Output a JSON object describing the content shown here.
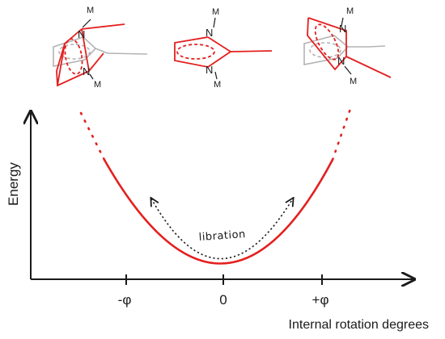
{
  "axes": {
    "ylabel": "Energy",
    "xlabel": "Internal rotation degrees",
    "ticks": [
      {
        "label": "-φ"
      },
      {
        "label": "0"
      },
      {
        "label": "+φ"
      }
    ]
  },
  "well": {
    "annotation": "libration"
  },
  "molecules": {
    "left": {
      "metal_top": "M",
      "metal_bottom": "M",
      "nitrogen_top": "N",
      "nitrogen_bottom": "N"
    },
    "center": {
      "metal_top": "M",
      "metal_bottom": "M",
      "nitrogen_top": "N",
      "nitrogen_bottom": "N"
    },
    "right": {
      "metal_top": "M",
      "metal_bottom": "M",
      "nitrogen_top": "N",
      "nitrogen_bottom": "N"
    }
  },
  "colors": {
    "curve": "#e41f1f",
    "axis": "#1a1a1a",
    "ghost": "#b3b3b3",
    "ring": "#e41f1f"
  }
}
